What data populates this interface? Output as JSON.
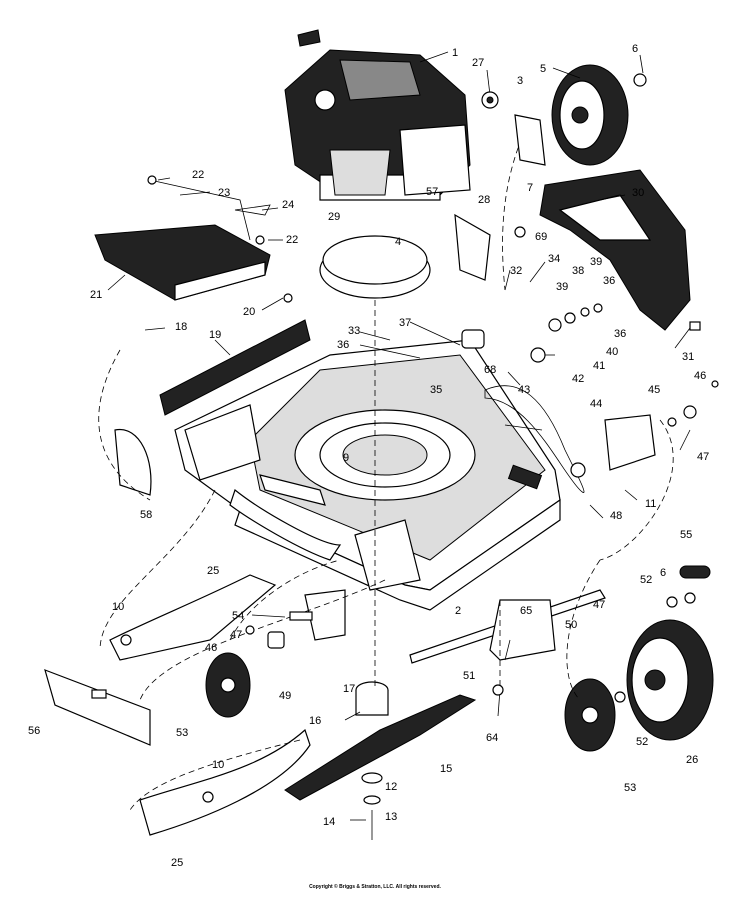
{
  "copyright": "Copyright © Briggs & Stratton, LLC. All rights reserved.",
  "callouts": {
    "p1": "1",
    "p2": "2",
    "p3": "3",
    "p4": "4",
    "p5": "5",
    "p6": "6",
    "p7": "7",
    "p9": "9",
    "p10": "10",
    "p11": "11",
    "p12": "12",
    "p13": "13",
    "p14": "14",
    "p15": "15",
    "p16": "16",
    "p17": "17",
    "p18": "18",
    "p19": "19",
    "p20": "20",
    "p21": "21",
    "p22": "22",
    "p23": "23",
    "p24": "24",
    "p25": "25",
    "p26": "26",
    "p27": "27",
    "p28": "28",
    "p29": "29",
    "p30": "30",
    "p31": "31",
    "p32": "32",
    "p33": "33",
    "p34": "34",
    "p35": "35",
    "p36": "36",
    "p37": "37",
    "p38": "38",
    "p39": "39",
    "p40": "40",
    "p41": "41",
    "p42": "42",
    "p43": "43",
    "p44": "44",
    "p45": "45",
    "p46": "46",
    "p47": "47",
    "p48": "48",
    "p49": "49",
    "p50": "50",
    "p51": "51",
    "p52": "52",
    "p53": "53",
    "p54": "54",
    "p55": "55",
    "p56": "56",
    "p57": "57",
    "p58": "58",
    "p64": "64",
    "p65": "65",
    "p68": "68",
    "p69": "69"
  }
}
